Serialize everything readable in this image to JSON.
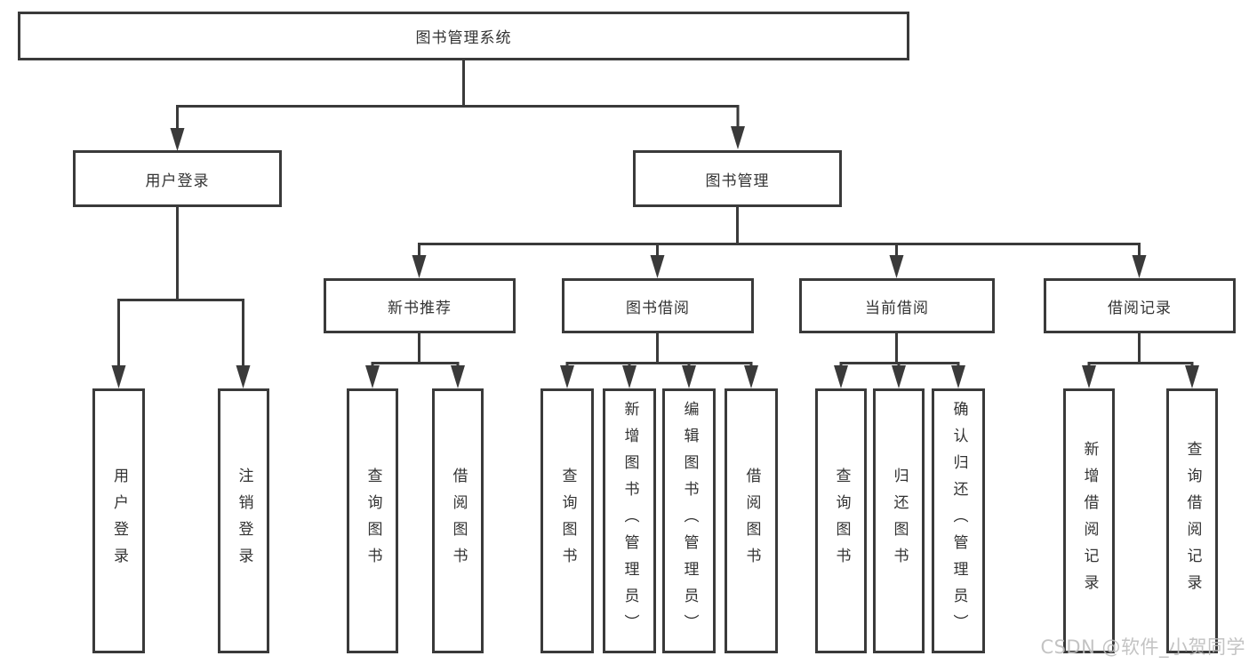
{
  "nodes": {
    "root": {
      "label": "图书管理系统"
    },
    "level2": [
      {
        "label": "用户登录",
        "parent": "图书管理系统"
      },
      {
        "label": "图书管理",
        "parent": "图书管理系统"
      }
    ],
    "level3": [
      {
        "label": "新书推荐",
        "parent": "图书管理"
      },
      {
        "label": "图书借阅",
        "parent": "图书管理"
      },
      {
        "label": "当前借阅",
        "parent": "图书管理"
      },
      {
        "label": "借阅记录",
        "parent": "图书管理"
      }
    ],
    "leaves": [
      {
        "label": "用户登录",
        "parent": "用户登录"
      },
      {
        "label": "注销登录",
        "parent": "用户登录"
      },
      {
        "label": "查询图书",
        "parent": "新书推荐"
      },
      {
        "label": "借阅图书",
        "parent": "新书推荐"
      },
      {
        "label": "查询图书",
        "parent": "图书借阅"
      },
      {
        "label": "新增图书（管理员）",
        "parent": "图书借阅"
      },
      {
        "label": "编辑图书（管理员）",
        "parent": "图书借阅"
      },
      {
        "label": "借阅图书",
        "parent": "图书借阅"
      },
      {
        "label": "查询图书",
        "parent": "当前借阅"
      },
      {
        "label": "归还图书",
        "parent": "当前借阅"
      },
      {
        "label": "确认归还（管理员）",
        "parent": "当前借阅"
      },
      {
        "label": "新增借阅记录",
        "parent": "借阅记录"
      },
      {
        "label": "查询借阅记录",
        "parent": "借阅记录"
      }
    ]
  },
  "watermark": {
    "text": "CSDN @软件_小贺同学"
  },
  "colors": {
    "line": "#3a3a3a",
    "text": "#333333",
    "background": "#ffffff",
    "watermark": "#bdbdbd"
  }
}
